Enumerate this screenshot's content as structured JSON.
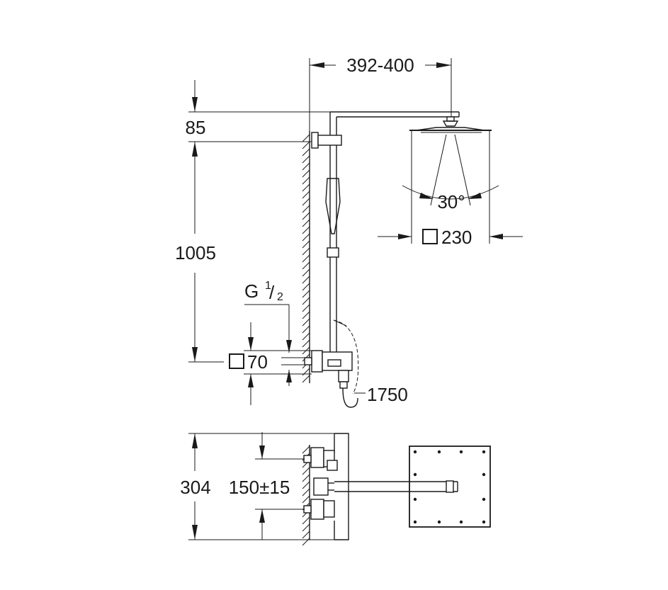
{
  "dimensions": {
    "arm_length": "392-400",
    "top_offset": "85",
    "height": "1005",
    "thread_g": "G",
    "thread_num": "1",
    "thread_den": "2",
    "valve_square": "70",
    "angle": "30°",
    "head_square": "230",
    "hose": "1750",
    "depth": "304",
    "centers": "150±15"
  },
  "colors": {
    "line": "#1a1a1a",
    "background": "#ffffff"
  }
}
